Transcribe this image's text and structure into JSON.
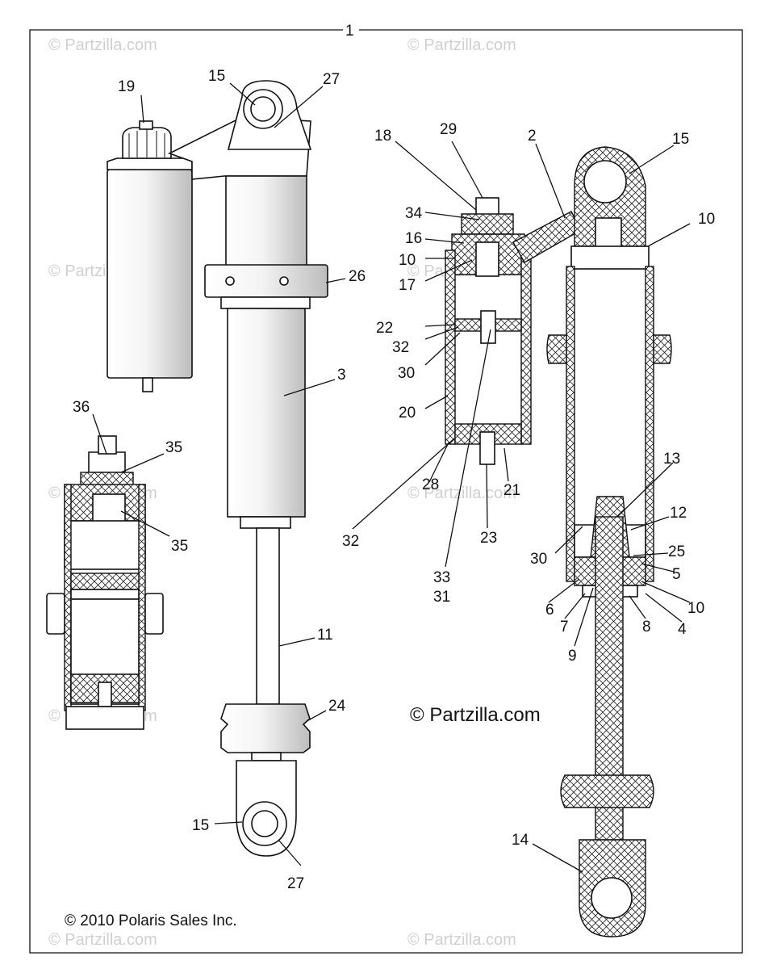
{
  "watermark_text": "© Partzilla.com",
  "center_copyright": "© Partzilla.com",
  "footer_copyright": "© 2010 Polaris Sales Inc.",
  "callouts": [
    {
      "id": "c1",
      "label": "1"
    },
    {
      "id": "c19",
      "label": "19"
    },
    {
      "id": "c15a",
      "label": "15"
    },
    {
      "id": "c27a",
      "label": "27"
    },
    {
      "id": "c26",
      "label": "26"
    },
    {
      "id": "c3",
      "label": "3"
    },
    {
      "id": "c11",
      "label": "11"
    },
    {
      "id": "c24",
      "label": "24"
    },
    {
      "id": "c15b",
      "label": "15"
    },
    {
      "id": "c27b",
      "label": "27"
    },
    {
      "id": "c36",
      "label": "36"
    },
    {
      "id": "c35a",
      "label": "35"
    },
    {
      "id": "c35b",
      "label": "35"
    },
    {
      "id": "c18",
      "label": "18"
    },
    {
      "id": "c29",
      "label": "29"
    },
    {
      "id": "c2",
      "label": "2"
    },
    {
      "id": "c15c",
      "label": "15"
    },
    {
      "id": "c10a",
      "label": "10"
    },
    {
      "id": "c34",
      "label": "34"
    },
    {
      "id": "c16",
      "label": "16"
    },
    {
      "id": "c10b",
      "label": "10"
    },
    {
      "id": "c17",
      "label": "17"
    },
    {
      "id": "c22",
      "label": "22"
    },
    {
      "id": "c32a",
      "label": "32"
    },
    {
      "id": "c30a",
      "label": "30"
    },
    {
      "id": "c20",
      "label": "20"
    },
    {
      "id": "c28",
      "label": "28"
    },
    {
      "id": "c21",
      "label": "21"
    },
    {
      "id": "c32b",
      "label": "32"
    },
    {
      "id": "c23",
      "label": "23"
    },
    {
      "id": "c33",
      "label": "33"
    },
    {
      "id": "c31",
      "label": "31"
    },
    {
      "id": "c13",
      "label": "13"
    },
    {
      "id": "c12",
      "label": "12"
    },
    {
      "id": "c30b",
      "label": "30"
    },
    {
      "id": "c25",
      "label": "25"
    },
    {
      "id": "c5",
      "label": "5"
    },
    {
      "id": "c6",
      "label": "6"
    },
    {
      "id": "c7",
      "label": "7"
    },
    {
      "id": "c10c",
      "label": "10"
    },
    {
      "id": "c8",
      "label": "8"
    },
    {
      "id": "c4",
      "label": "4"
    },
    {
      "id": "c9",
      "label": "9"
    },
    {
      "id": "c14",
      "label": "14"
    }
  ]
}
